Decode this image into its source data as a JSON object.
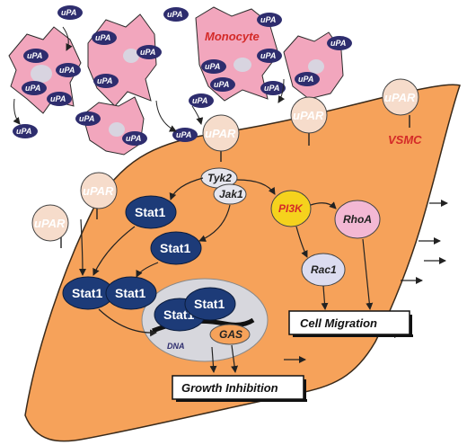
{
  "labels": {
    "monocyte": "Monocyte",
    "vsmc": "VSMC",
    "upa": "uPA",
    "upar": "uPAR",
    "stat1": "Stat1",
    "tyk2": "Tyk2",
    "jak1": "Jak1",
    "pi3k": "PI3K",
    "rhoa": "RhoA",
    "rac1": "Rac1",
    "gas": "GAS",
    "dna": "DNA",
    "cell_migration": "Cell  Migration",
    "growth_inhibition": "Growth  Inhibition"
  },
  "colors": {
    "monocyte_fill": "#f2a6bd",
    "monocyte_nucleus": "#d8d4e0",
    "upa_fill": "#2e2d6e",
    "upar_fill": "#f6dccb",
    "upar_head_text": "#2e2d6e",
    "vsmc_fill": "#f6a25a",
    "stat1_fill": "#1d3b78",
    "pi3k_fill": "#f5d21d",
    "pi3k_text": "#d42a28",
    "rhoa_fill": "#f3b8d4",
    "rac1_fill": "#dcdcf0",
    "tyk_jak_fill": "#e6e6ee",
    "nucleus_fill": "#d7d7dd",
    "gas_fill": "#f6a25a",
    "label_red": "#d42a28"
  },
  "icons": [
    "arrow-icon",
    "receptor-icon"
  ]
}
